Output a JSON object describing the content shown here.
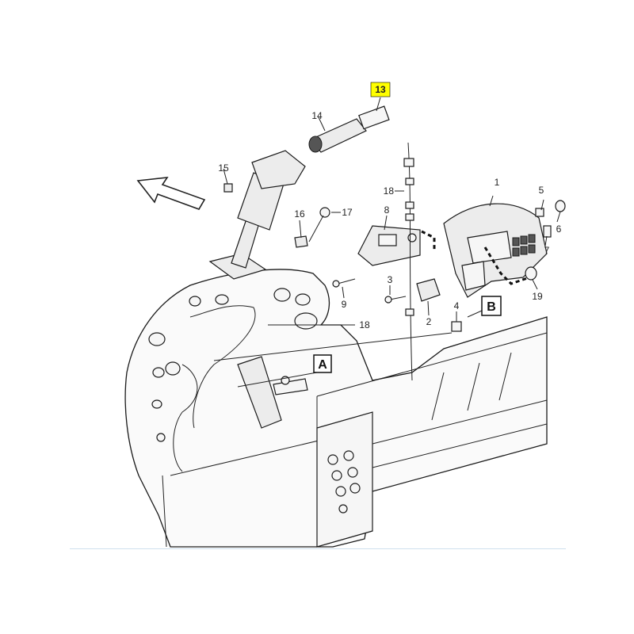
{
  "callouts": {
    "c1": "1",
    "c2": "2",
    "c3": "3",
    "c4": "4",
    "c5": "5",
    "c6": "6",
    "c7": "7",
    "c8": "8",
    "c9": "9",
    "c13": "13",
    "c14": "14",
    "c15": "15",
    "c16": "16",
    "c17": "17",
    "c18a": "18",
    "c18b": "18",
    "c19": "19"
  },
  "views": {
    "a": "A",
    "b": "B"
  },
  "colors": {
    "highlight": "#ffff00",
    "line": "#222222",
    "rule": "#cfe0ee"
  },
  "icons": {
    "direction_arrow": "outline-arrow-up-left"
  }
}
